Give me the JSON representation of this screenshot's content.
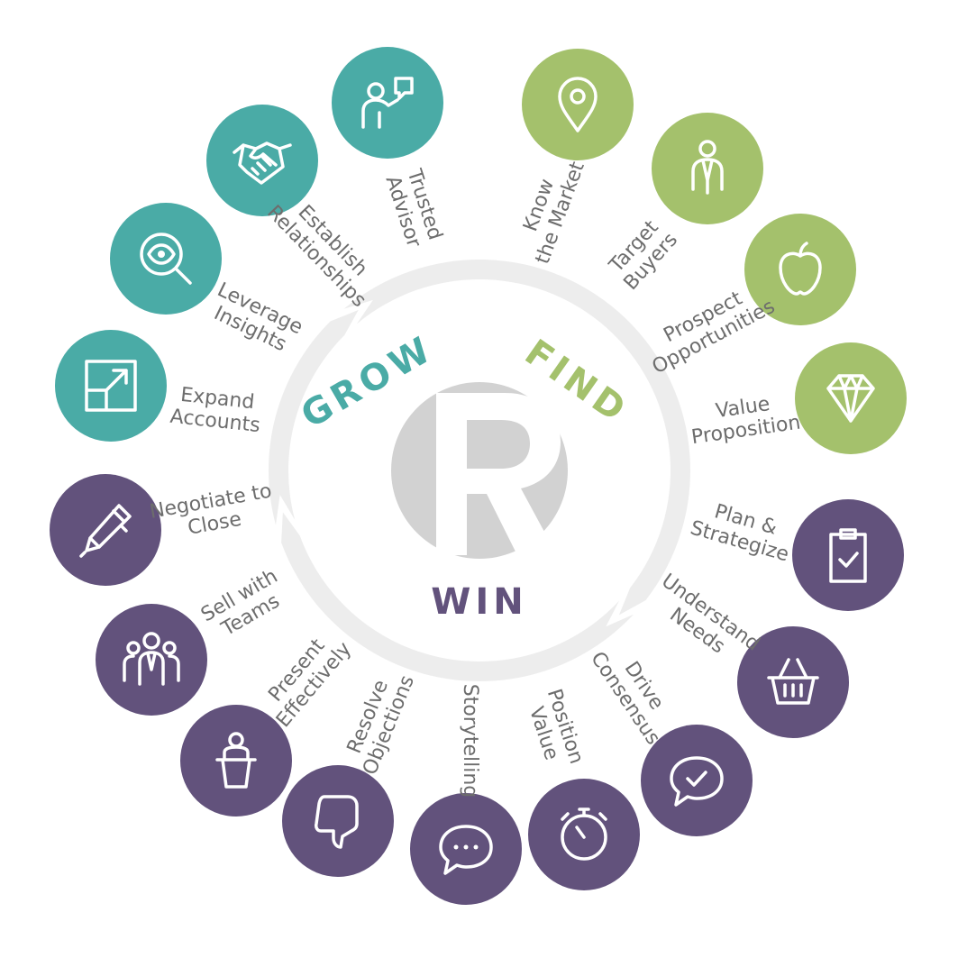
{
  "colors": {
    "grow": "#4aaba6",
    "find": "#a4c16c",
    "win": "#62527c",
    "ring": "#ededed",
    "logo": "#d2d2d2",
    "label": "#6d6d6d"
  },
  "phases": {
    "grow": "GROW",
    "find": "FIND",
    "win": "WIN"
  },
  "skills": [
    {
      "label": "Know\nthe Market",
      "group": "find",
      "icon": "map-pin-icon"
    },
    {
      "label": "Target\nBuyers",
      "group": "find",
      "icon": "buyer-person-icon"
    },
    {
      "label": "Prospect\nOpportunities",
      "group": "find",
      "icon": "apple-icon"
    },
    {
      "label": "Value\nProposition",
      "group": "find",
      "icon": "diamond-icon"
    },
    {
      "label": "Plan &\nStrategize",
      "group": "win",
      "icon": "clipboard-check-icon"
    },
    {
      "label": "Understand\nNeeds",
      "group": "win",
      "icon": "shopping-basket-icon"
    },
    {
      "label": "Drive\nConsensus",
      "group": "win",
      "icon": "chat-check-icon"
    },
    {
      "label": "Position\nValue",
      "group": "win",
      "icon": "stopwatch-icon"
    },
    {
      "label": "Storytelling",
      "group": "win",
      "icon": "chat-dots-icon"
    },
    {
      "label": "Resolve\nObjections",
      "group": "win",
      "icon": "thumbs-down-icon"
    },
    {
      "label": "Present\nEffectively",
      "group": "win",
      "icon": "podium-presenter-icon"
    },
    {
      "label": "Sell with\nTeams",
      "group": "win",
      "icon": "team-group-icon"
    },
    {
      "label": "Negotiate to\nClose",
      "group": "win",
      "icon": "pen-icon"
    },
    {
      "label": "Expand\nAccounts",
      "group": "grow",
      "icon": "expand-arrow-icon"
    },
    {
      "label": "Leverage\nInsights",
      "group": "grow",
      "icon": "magnifier-eye-icon"
    },
    {
      "label": "Establish\nRelationships",
      "group": "grow",
      "icon": "handshake-icon"
    },
    {
      "label": "Trusted\nAdvisor",
      "group": "grow",
      "icon": "advisor-chat-icon"
    }
  ]
}
